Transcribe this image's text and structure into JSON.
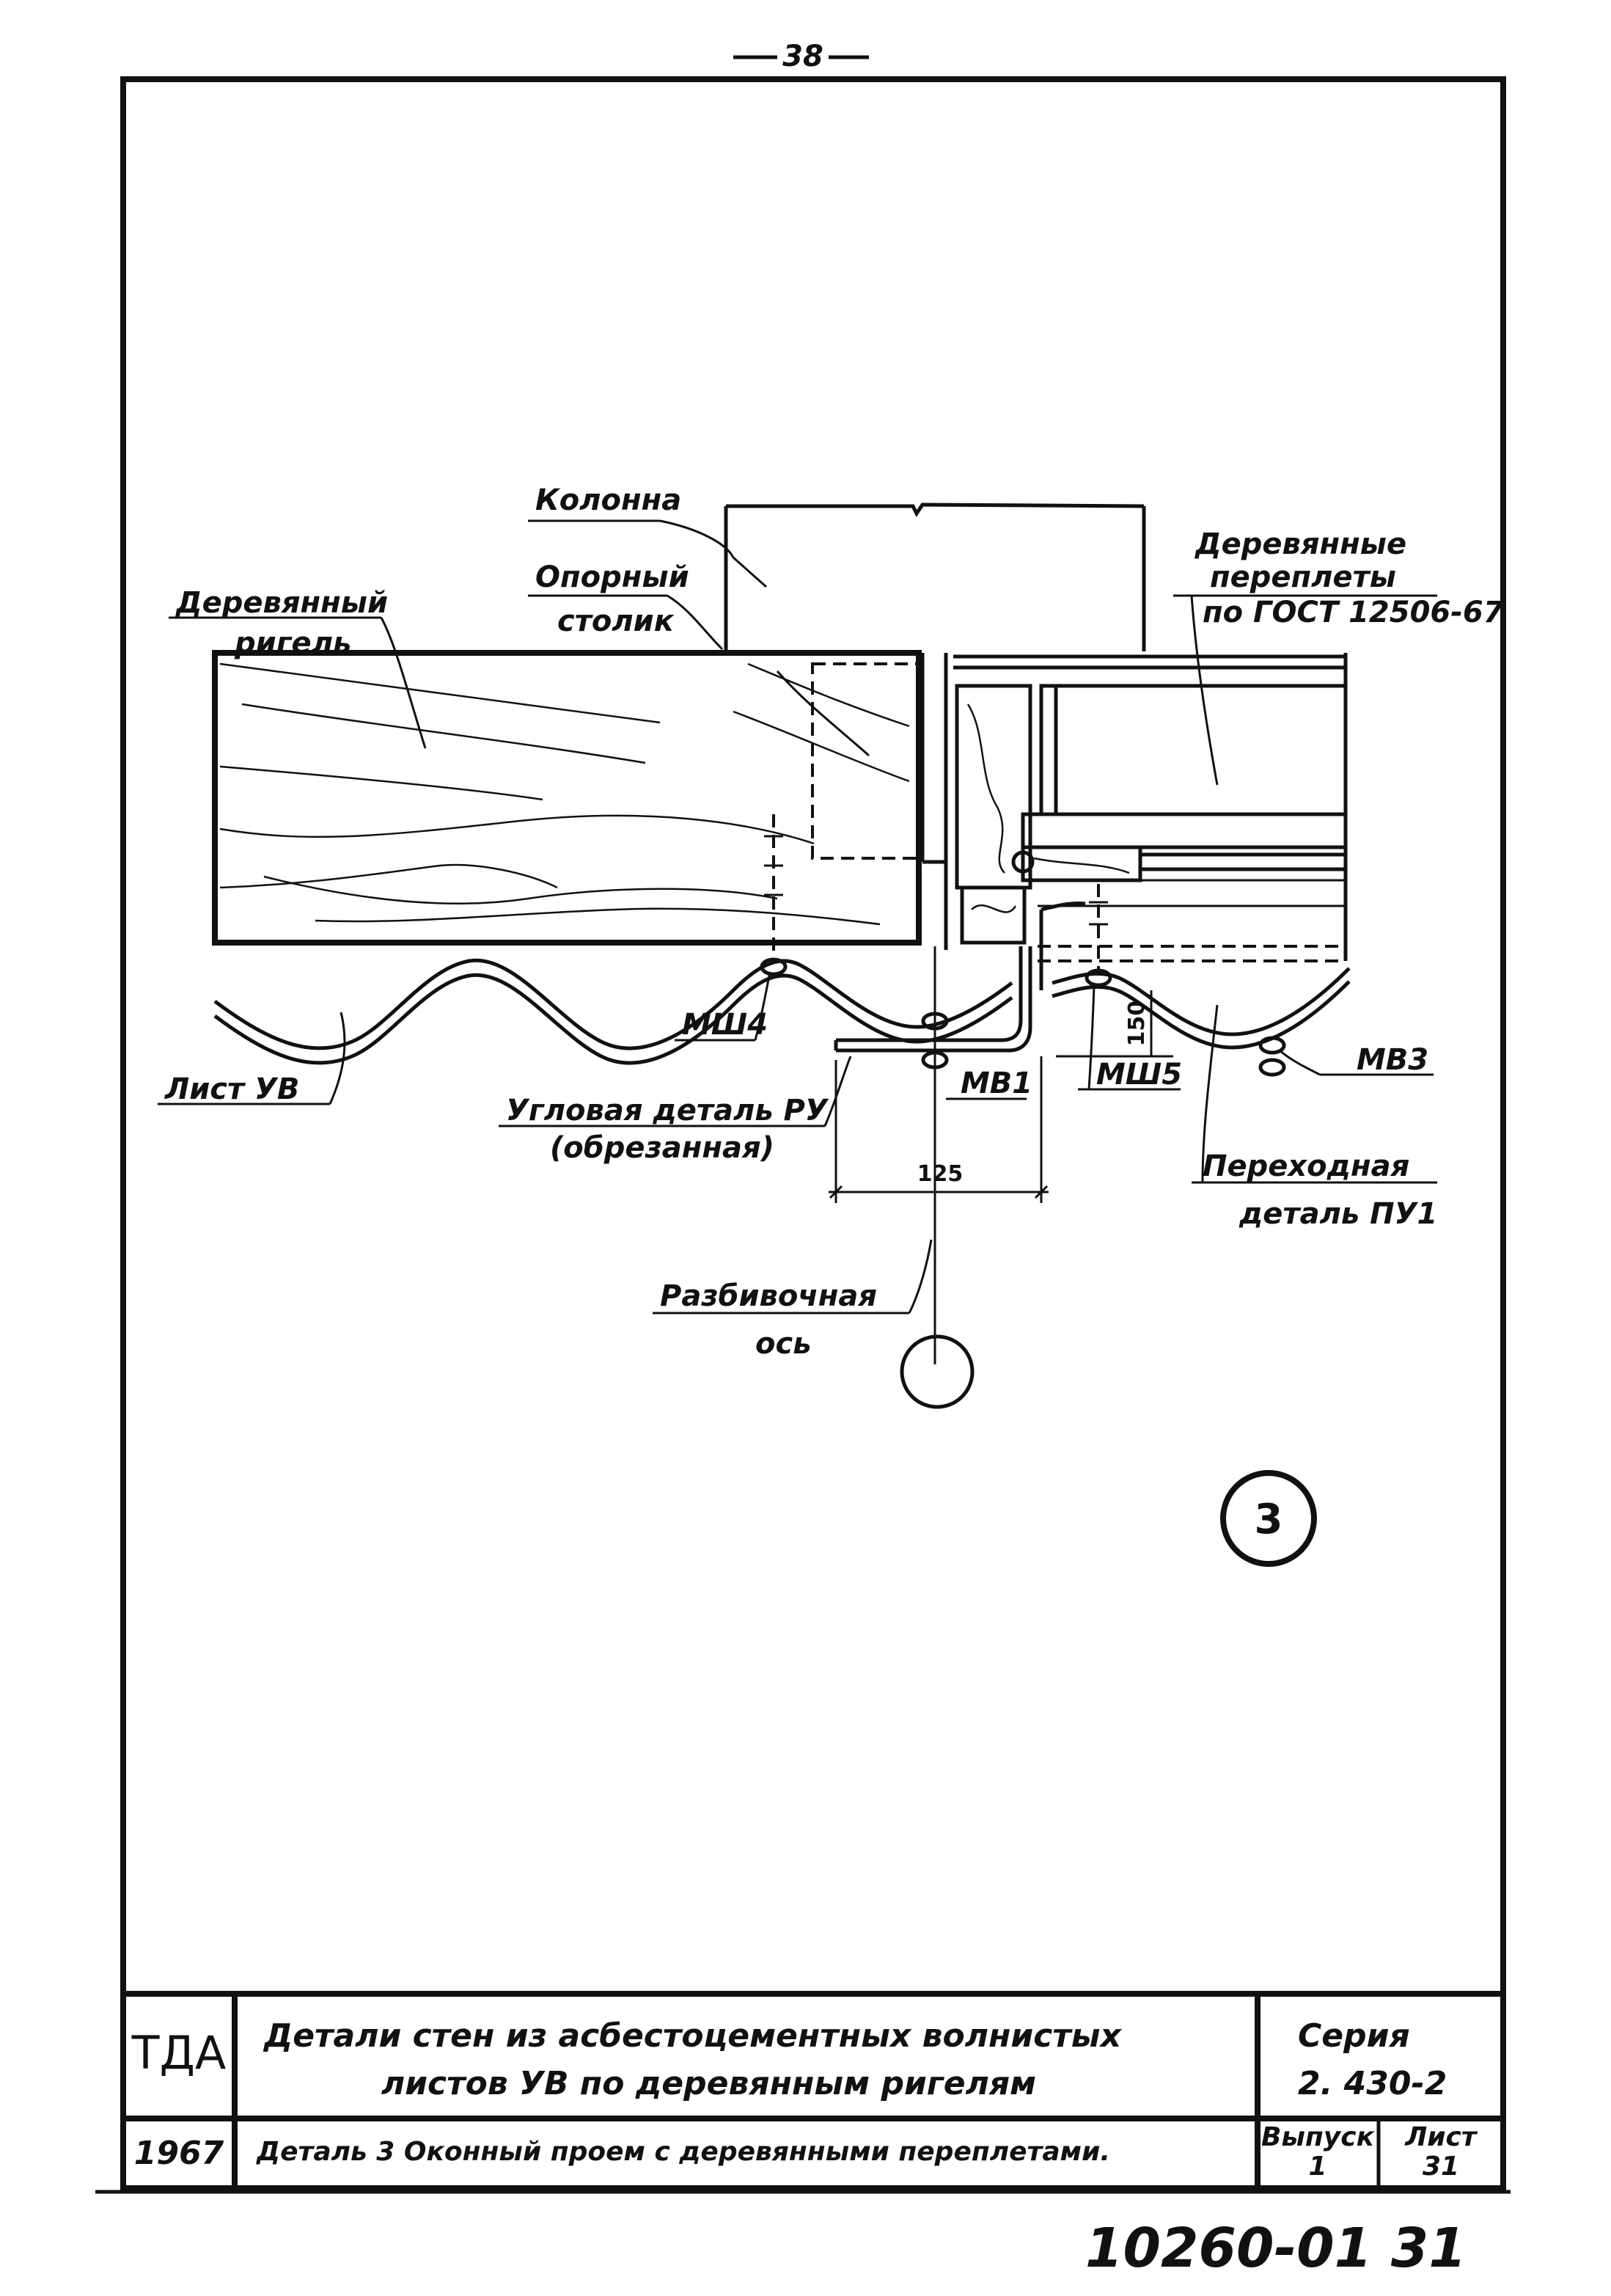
{
  "page_number": "38",
  "drawing": {
    "labels": {
      "column": "Колонна",
      "support_table_1": "Опорный",
      "support_table_2": "столик",
      "wood_girder_1": "Деревянный",
      "wood_girder_2": "ригель",
      "wood_frames_1": "Деревянные",
      "wood_frames_2": "переплеты",
      "wood_frames_3": "по ГОСТ 12506-67",
      "sheet_uv": "Лист УВ",
      "mw4": "МШ4",
      "mw5": "МШ5",
      "mv1": "МВ1",
      "mv3": "МВ3",
      "corner_part_1": "Угловая деталь РУ",
      "corner_part_2": "(обрезанная)",
      "transition_part_1": "Переходная",
      "transition_part_2": "деталь ПУ1",
      "axis_1": "Разбивочная",
      "axis_2": "ось",
      "dim_125": "125",
      "dim_150": "150",
      "detail_number": "3"
    }
  },
  "title_block": {
    "org": "ТДА",
    "title_line1": "Детали стен из асбестоцементных волнистых",
    "title_line2": "листов УВ по деревянным ригелям",
    "series_label": "Серия",
    "series_value": "2. 430-2",
    "year": "1967",
    "subtitle": "Деталь 3 Оконный проем с деревянными переплетами.",
    "issue_label": "Выпуск",
    "issue_value": "1",
    "sheet_label": "Лист",
    "sheet_value": "31"
  },
  "footer_code": "10260-01  31"
}
